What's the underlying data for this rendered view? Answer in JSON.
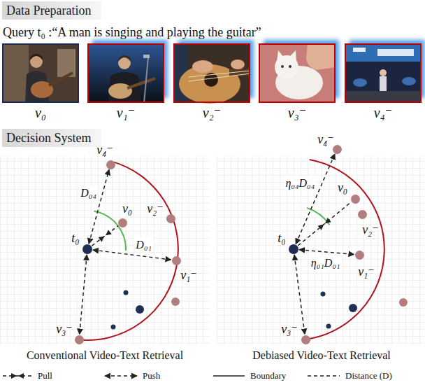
{
  "diagram": {
    "nodes": [
      {
        "text": [
          "Data Preparation"
        ]
      },
      {
        "text": [
          "v₀"
        ]
      },
      {
        "text": [
          "v₁⁻"
        ]
      },
      {
        "text": [
          "v₂⁻"
        ]
      },
      {
        "text": [
          "v₃⁻"
        ]
      },
      {
        "text": [
          "v₄⁻"
        ]
      },
      {
        "text": [
          "Decision System"
        ]
      },
      {
        "text": [
          "v₄⁻"
        ]
      },
      {
        "text": [
          "v₂⁻"
        ]
      },
      {
        "text": [
          "v₀"
        ]
      },
      {
        "text": [
          "t₀"
        ]
      },
      {
        "text": [
          "v₁⁻"
        ]
      },
      {
        "text": [
          "v₃⁻"
        ]
      },
      {
        "text": [
          "v₄⁻"
        ]
      },
      {
        "text": [
          "v₀"
        ]
      },
      {
        "text": [
          "v₂⁻"
        ]
      },
      {
        "text": [
          "t₀"
        ]
      },
      {
        "text": [
          "v₁⁻"
        ]
      },
      {
        "text": [
          "v₃⁻"
        ]
      }
    ],
    "edges": [
      {
        "from": 10,
        "to": 7,
        "arrow": "both",
        "label": "D₀₄"
      },
      {
        "from": 10,
        "to": 9,
        "arrow": "none"
      },
      {
        "from": 10,
        "to": 11,
        "arrow": "both",
        "label": "D₀₁"
      },
      {
        "from": 10,
        "to": 12,
        "arrow": "both"
      },
      {
        "from": 16,
        "to": 13,
        "arrow": "both",
        "label": "η₀₄D₀₄"
      },
      {
        "from": 16,
        "to": 14,
        "arrow": "none"
      },
      {
        "from": 16,
        "to": 17,
        "arrow": "both",
        "label": "η₀₁D₀₁"
      },
      {
        "from": 16,
        "to": 18,
        "arrow": "both"
      }
    ],
    "labels": [
      "Query t₀ :“A man is singing and playing the guitar”",
      "Conventional Video-Text Retrieval",
      "Debiased Video-Text Retrieval"
    ],
    "legend": [
      {
        "text": "Pull"
      },
      {
        "text": "Push"
      },
      {
        "text": "Boundary"
      },
      {
        "text": "Distance (D)"
      }
    ]
  }
}
